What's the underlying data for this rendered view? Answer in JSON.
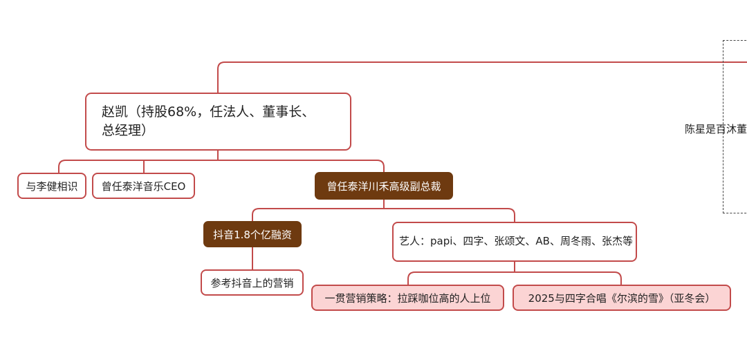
{
  "colors": {
    "line": "#c24a4a",
    "node_border": "#c24a4a",
    "dark_fill": "#6e3a10",
    "pink_fill": "#fbd4d4",
    "dashed": "#444444"
  },
  "mindmap": {
    "root": {
      "line1": "赵凯（持股68%，任法人、董事长、",
      "line2": "总经理）"
    },
    "children": [
      {
        "label": "与李健相识"
      },
      {
        "label": "曾任泰洋音乐CEO"
      },
      {
        "label": "曾任泰洋川禾高级副总裁"
      }
    ],
    "vp_children": [
      {
        "label": "抖音1.8个亿融资"
      },
      {
        "label": "艺人：papi、四字、张颂文、AB、周冬雨、张杰等"
      }
    ],
    "douyin_children": [
      {
        "label": "参考抖音上的营销"
      }
    ],
    "artist_children": [
      {
        "label": "一贯营销策略：拉踩咖位高的人上位"
      },
      {
        "label": "2025与四字合唱《尔滨的雪》（亚冬会）"
      }
    ],
    "side_note": "陈星是百沐董"
  }
}
